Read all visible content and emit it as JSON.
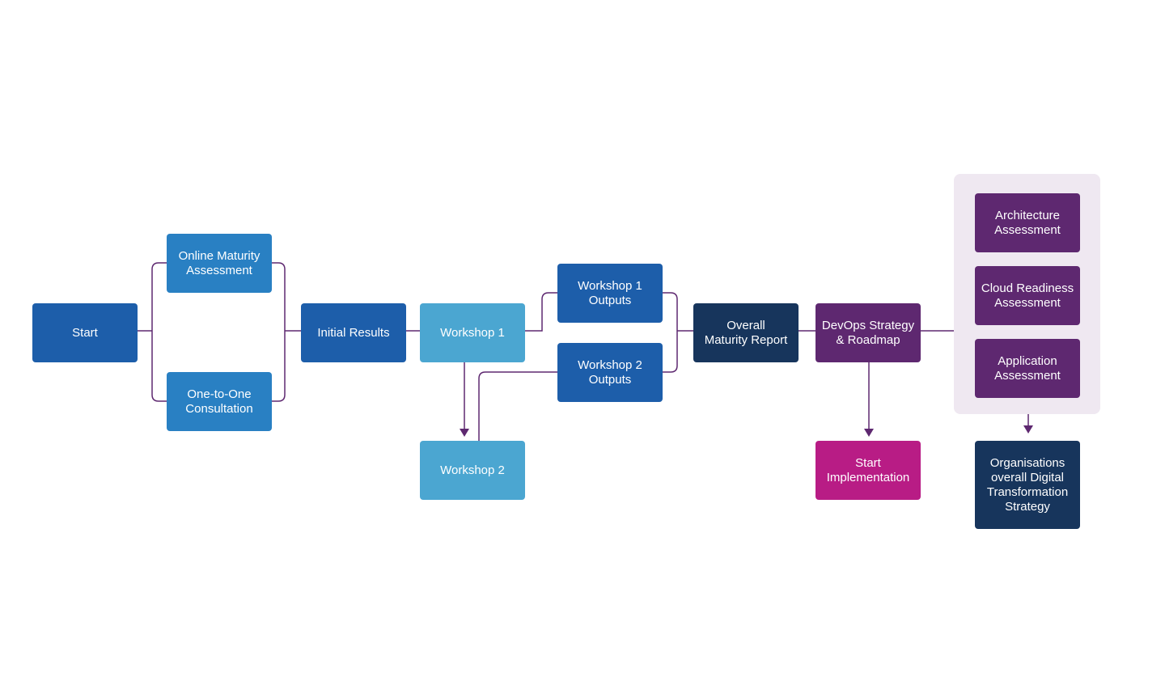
{
  "diagram": {
    "nodes": {
      "start": "Start",
      "online_maturity": "Online Maturity\nAssessment",
      "one_to_one": "One-to-One\nConsultation",
      "initial_results": "Initial Results",
      "workshop1": "Workshop 1",
      "workshop2": "Workshop 2",
      "workshop1_outputs": "Workshop 1\nOutputs",
      "workshop2_outputs": "Workshop 2\nOutputs",
      "overall_report": "Overall\nMaturity Report",
      "devops_strategy": "DevOps Strategy\n& Roadmap",
      "start_implementation": "Start\nImplementation",
      "architecture_assessment": "Architecture\nAssessment",
      "cloud_readiness": "Cloud Readiness\nAssessment",
      "application_assessment": "Application\nAssessment",
      "digital_transformation": "Organisations\noverall Digital\nTransformation\nStrategy"
    },
    "colors": {
      "connector": "#5e2870",
      "group_background": "#efe8f1",
      "medium_blue": "#2980c3",
      "dark_blue": "#1d5eaa",
      "light_blue": "#4ba6d1",
      "navy": "#17355c",
      "purple": "#5e2870",
      "magenta": "#b81c85"
    }
  }
}
